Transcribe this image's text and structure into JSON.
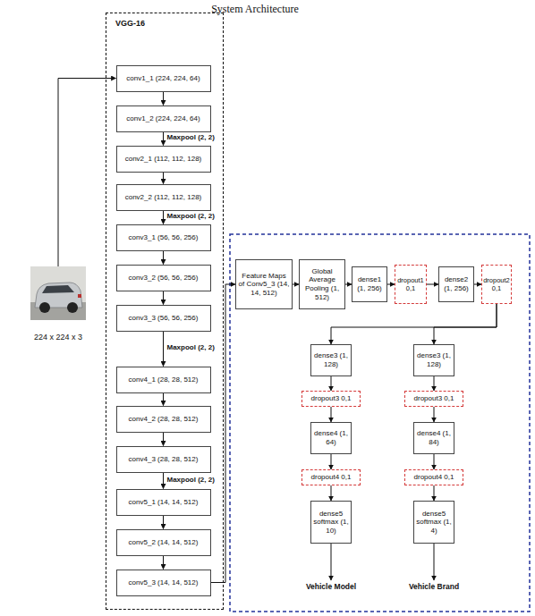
{
  "diagram": {
    "title": "System Architecture",
    "nodes": [
      {
        "text": [
          "224 x 224 x 3"
        ]
      },
      {
        "text": [
          "VGG-16"
        ]
      },
      {
        "text": [
          "conv1_1 (224, 224, 64)"
        ],
        "in": 1
      },
      {
        "text": [
          "conv1_2 (224, 224, 64)"
        ],
        "in": 1
      },
      {
        "text": [
          "conv2_1 (112, 112, 128)"
        ],
        "in": 1
      },
      {
        "text": [
          "conv2_2 (112, 112, 128)"
        ],
        "in": 1
      },
      {
        "text": [
          "conv3_1 (56, 56, 256)"
        ],
        "in": 1
      },
      {
        "text": [
          "conv3_2 (56, 56, 256)"
        ],
        "in": 1
      },
      {
        "text": [
          "conv3_3 (56, 56, 256)"
        ],
        "in": 1
      },
      {
        "text": [
          "conv4_1 (28, 28, 512)"
        ],
        "in": 1
      },
      {
        "text": [
          "conv4_2 (28, 28, 512)"
        ],
        "in": 1
      },
      {
        "text": [
          "conv4_3 (28, 28, 512)"
        ],
        "in": 1
      },
      {
        "text": [
          "conv5_1 (14, 14, 512)"
        ],
        "in": 1
      },
      {
        "text": [
          "conv5_2 (14, 14, 512)"
        ],
        "in": 1
      },
      {
        "text": [
          "conv5_3 (14, 14, 512)"
        ],
        "in": 1
      },
      {
        "text": [
          "Feature Maps of Conv5_3 (14, 14, 512)"
        ]
      },
      {
        "text": [
          "Global Average Pooling (1, 512)"
        ]
      },
      {
        "text": [
          "dense1 (1, 256)"
        ]
      },
      {
        "text": [
          "dropout1 0,1"
        ]
      },
      {
        "text": [
          "dense2 (1, 256)"
        ]
      },
      {
        "text": [
          "dropout2 0,1"
        ]
      },
      {
        "text": [
          "dense3 (1, 128)"
        ]
      },
      {
        "text": [
          "dropout3 0,1"
        ]
      },
      {
        "text": [
          "dense4 (1, 64)"
        ]
      },
      {
        "text": [
          "dropout4 0,1"
        ]
      },
      {
        "text": [
          "dense5 softmax (1, 10)"
        ]
      },
      {
        "text": [
          "dense3 (1, 128)"
        ]
      },
      {
        "text": [
          "dropout3 0,1"
        ]
      },
      {
        "text": [
          "dense4 (1, 84)"
        ]
      },
      {
        "text": [
          "dropout4 0,1"
        ]
      },
      {
        "text": [
          "dense5 softmax (1, 4)"
        ]
      }
    ],
    "edges": [
      {
        "from": 0,
        "to": 2,
        "arrow": "to"
      },
      {
        "from": 2,
        "to": 3,
        "arrow": "to"
      },
      {
        "from": 3,
        "to": 4,
        "label": "Maxpool (2, 2)",
        "arrow": "to"
      },
      {
        "from": 4,
        "to": 5,
        "arrow": "to"
      },
      {
        "from": 5,
        "to": 6,
        "label": "Maxpool (2, 2)",
        "arrow": "to"
      },
      {
        "from": 6,
        "to": 7,
        "arrow": "to"
      },
      {
        "from": 7,
        "to": 8,
        "arrow": "to"
      },
      {
        "from": 8,
        "to": 9,
        "label": "Maxpool (2, 2)",
        "arrow": "to"
      },
      {
        "from": 9,
        "to": 10,
        "arrow": "to"
      },
      {
        "from": 10,
        "to": 11,
        "arrow": "to"
      },
      {
        "from": 11,
        "to": 12,
        "label": "Maxpool (2, 2)",
        "arrow": "to"
      },
      {
        "from": 12,
        "to": 13,
        "arrow": "to"
      },
      {
        "from": 13,
        "to": 14,
        "arrow": "to"
      },
      {
        "from": 14,
        "to": 15,
        "arrow": "to"
      },
      {
        "from": 15,
        "to": 16,
        "arrow": "to"
      },
      {
        "from": 16,
        "to": 17,
        "arrow": "to"
      },
      {
        "from": 17,
        "to": 18,
        "arrow": "to"
      },
      {
        "from": 18,
        "to": 19,
        "arrow": "to"
      },
      {
        "from": 19,
        "to": 20,
        "arrow": "to"
      },
      {
        "from": 20,
        "to": 21,
        "arrow": "to"
      },
      {
        "from": 20,
        "to": 26,
        "arrow": "to"
      },
      {
        "from": 21,
        "to": 22,
        "arrow": "to"
      },
      {
        "from": 22,
        "to": 23,
        "arrow": "to"
      },
      {
        "from": 23,
        "to": 24,
        "arrow": "to"
      },
      {
        "from": 24,
        "to": 25,
        "arrow": "to"
      },
      {
        "from": 26,
        "to": 27,
        "arrow": "to"
      },
      {
        "from": 27,
        "to": 28,
        "arrow": "to"
      },
      {
        "from": 28,
        "to": 29,
        "arrow": "to"
      },
      {
        "from": 29,
        "to": 30,
        "arrow": "to"
      }
    ],
    "labels": [
      "Vehicle Model",
      "Vehicle Brand"
    ]
  }
}
